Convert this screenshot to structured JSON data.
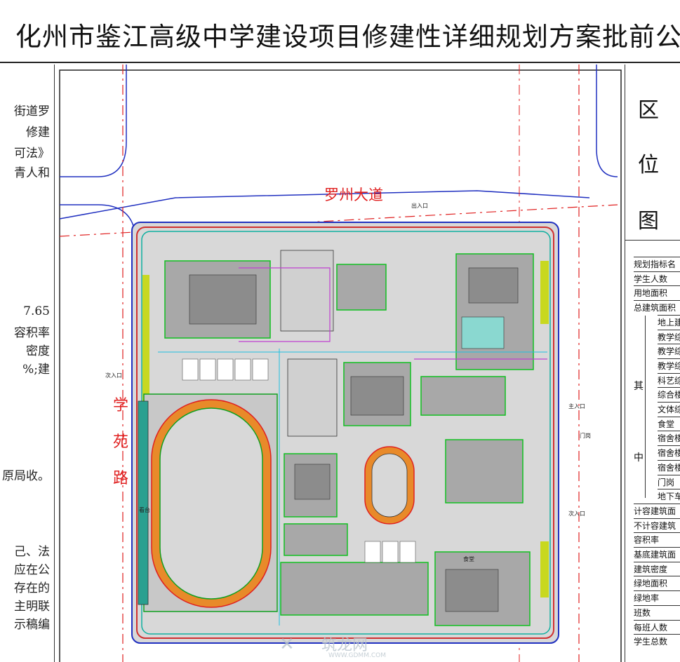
{
  "title": "化州市鉴江高级中学建设项目修建性详细规划方案批前公示",
  "left_text": {
    "lines": [
      "街道罗",
      "修建",
      "可法》",
      "青人和",
      "7.65",
      "容积率",
      "密度",
      "%;建",
      "原局收。",
      "己、法",
      "应在公",
      "存在的",
      "主明联",
      "示稿编"
    ]
  },
  "plan": {
    "road_top": "罗州大道",
    "road_left": [
      "学",
      "苑",
      "路"
    ],
    "entrance_labels": {
      "top": "出入口",
      "left": "次入口",
      "right_mid": "主入口",
      "right_low": "次入口"
    },
    "buildings": {
      "canteen": "食堂",
      "stage": "看台",
      "gate": "门岗"
    }
  },
  "right_panel": {
    "big_chars": [
      "区",
      "位",
      "图"
    ],
    "rows": [
      {
        "text": "规划指标名",
        "indent": false
      },
      {
        "text": "学生人数",
        "indent": false
      },
      {
        "text": "用地面积",
        "indent": false
      },
      {
        "text": "总建筑面积",
        "indent": false
      },
      {
        "text": "地上建",
        "indent": true
      },
      {
        "text": "教学综",
        "indent": true
      },
      {
        "text": "教学综",
        "indent": true
      },
      {
        "text": "教学综",
        "indent": true
      },
      {
        "text": "科艺综",
        "indent": true
      },
      {
        "text": "综合楼",
        "indent": true
      },
      {
        "text": "文体综",
        "indent": true
      },
      {
        "text": "食堂",
        "indent": true
      },
      {
        "text": "宿舍楼",
        "indent": true
      },
      {
        "text": "宿舍楼",
        "indent": true
      },
      {
        "text": "宿舍楼",
        "indent": true
      },
      {
        "text": "门岗",
        "indent": true
      },
      {
        "text": "地下车",
        "indent": true
      },
      {
        "text": "计容建筑面",
        "indent": false
      },
      {
        "text": "不计容建筑",
        "indent": false
      },
      {
        "text": "容积率",
        "indent": false
      },
      {
        "text": "基底建筑面",
        "indent": false
      },
      {
        "text": "建筑密度",
        "indent": false
      },
      {
        "text": "绿地面积",
        "indent": false
      },
      {
        "text": "绿地率",
        "indent": false
      },
      {
        "text": "班数",
        "indent": false
      },
      {
        "text": "每班人数",
        "indent": false
      },
      {
        "text": "学生总数",
        "indent": false
      }
    ],
    "side_chars": [
      "其",
      "中"
    ]
  },
  "watermark": {
    "brand": "筑龙网",
    "url": "WWW.GDMM.COM"
  }
}
